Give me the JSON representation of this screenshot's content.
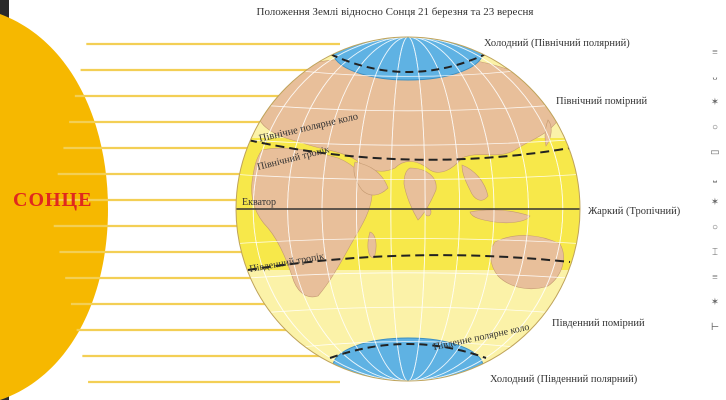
{
  "title": "Положення Землі відносно Сонця 21 березня та 23 вересня",
  "sun_label": "СОНЦЕ",
  "lines": {
    "arctic_circle": "Північне полярне коло",
    "tropic_north": "Північний тропік",
    "equator": "Екватор",
    "tropic_south": "Південний тропік",
    "antarctic_circle": "Південне полярне коло"
  },
  "zones": {
    "north_cold": "Холодний (Північний полярний)",
    "north_temperate": "Північний помірний",
    "tropical": "Жаркий (Тропічний)",
    "south_temperate": "Південний помірний",
    "south_cold": "Холодний (Південний полярний)"
  },
  "side_marks": [
    "≡",
    "ᴗ",
    "✶",
    "○",
    "▭",
    "⎵",
    "✶",
    "○",
    "⌶",
    "≡",
    "✶",
    "⊢"
  ],
  "colors": {
    "sun": "#f6b800",
    "ray": "#f3cf55",
    "cold": "#5fb2e3",
    "temperate": "#fbf2a8",
    "tropical": "#f7e84a",
    "land": "#e8bf9a"
  }
}
